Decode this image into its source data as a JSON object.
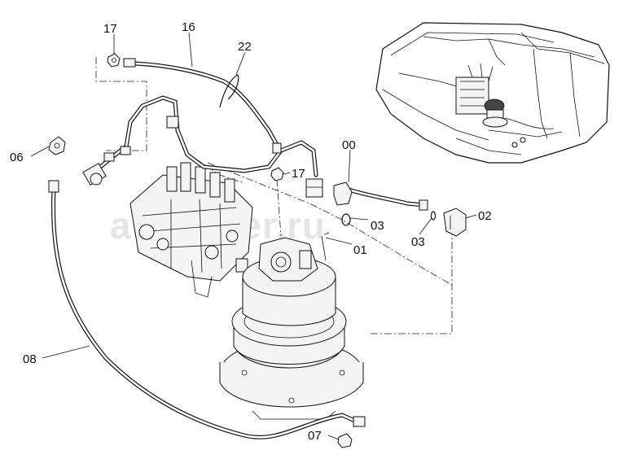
{
  "watermark": "autopiter.ru",
  "callouts": [
    {
      "id": "c17a",
      "text": "17"
    },
    {
      "id": "c16",
      "text": "16"
    },
    {
      "id": "c22",
      "text": "22"
    },
    {
      "id": "c06",
      "text": "06"
    },
    {
      "id": "c00",
      "text": "00"
    },
    {
      "id": "c17b",
      "text": "17"
    },
    {
      "id": "c03a",
      "text": "03"
    },
    {
      "id": "c02",
      "text": "02"
    },
    {
      "id": "c03b",
      "text": "03"
    },
    {
      "id": "c01",
      "text": "01"
    },
    {
      "id": "c08",
      "text": "08"
    },
    {
      "id": "c07",
      "text": "07"
    }
  ]
}
